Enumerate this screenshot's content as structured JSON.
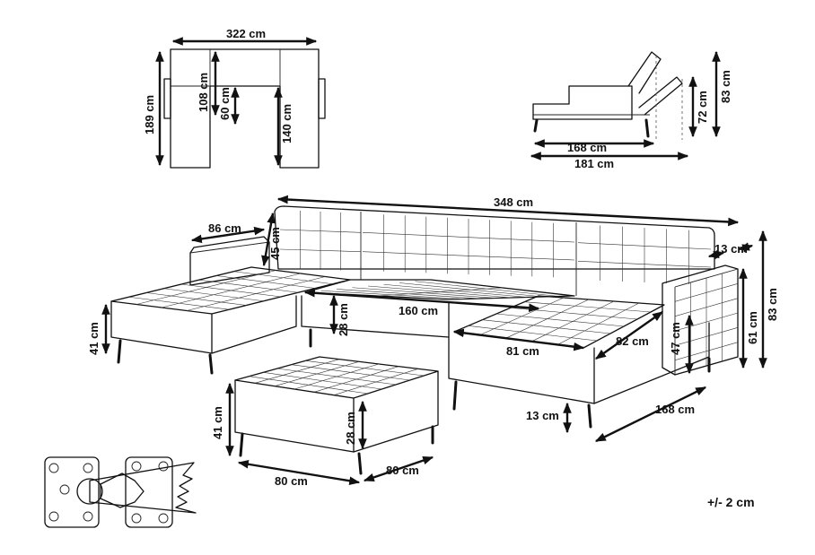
{
  "dimensions": {
    "top_width": "322 cm",
    "top_depth": "189 cm",
    "top_inner_depth": "108 cm",
    "top_seat_depth": "60 cm",
    "top_chaise_depth": "140 cm",
    "side_depth": "168 cm",
    "side_total_depth": "181 cm",
    "side_seat_height": "72 cm",
    "side_total_height": "83 cm",
    "sofa_width": "348 cm",
    "chaise_width": "86 cm",
    "back_height": "45 cm",
    "seat_width": "160 cm",
    "seat_cushion": "28 cm",
    "seat_height": "41 cm",
    "chaise_seat_w": "81 cm",
    "chaise_seat_d": "82 cm",
    "arm_width": "13 cm",
    "arm_height": "61 cm",
    "total_height": "83 cm",
    "arm_inner": "47 cm",
    "chaise_length": "168 cm",
    "leg_height": "13 cm",
    "ottoman_height": "41 cm",
    "ottoman_cushion": "28 cm",
    "ottoman_width": "80 cm",
    "ottoman_depth": "80 cm"
  },
  "tolerance": "+/- 2 cm"
}
